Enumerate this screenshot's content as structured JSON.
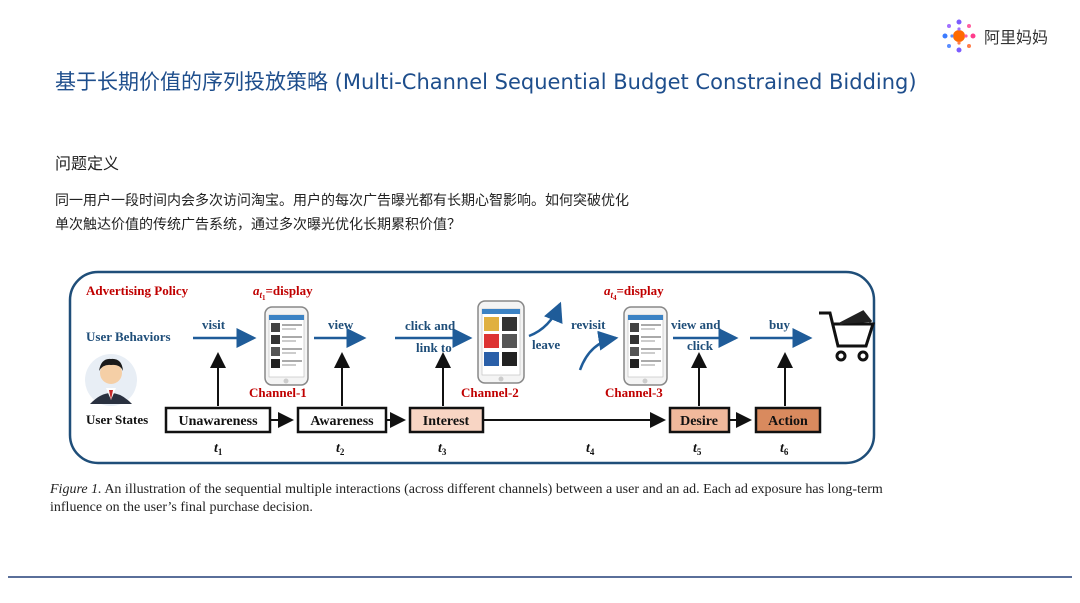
{
  "logo": {
    "text": "阿里妈妈",
    "icon": "alimama-dots-icon"
  },
  "title": "基于长期价值的序列投放策略 (Multi-Channel Sequential Budget Constrained Bidding)",
  "section_title": "问题定义",
  "description": [
    "同一用户一段时间内会多次访问淘宝。用户的每次广告曝光都有长期心智影响。如何突破优化",
    "单次触达价值的传统广告系统，通过多次曝光优化长期累积价值？"
  ],
  "diagram": {
    "row_labels": {
      "policy": "Advertising Policy",
      "behaviors": "User Behaviors",
      "states": "User States"
    },
    "actions": [
      {
        "base": "a",
        "sub": "t",
        "subsub": "1",
        "text": "=display"
      },
      {
        "base": "a",
        "sub": "t",
        "subsub": "4",
        "text": "=display"
      }
    ],
    "channels": [
      "Channel-1",
      "Channel-2",
      "Channel-3"
    ],
    "behaviors": [
      "visit",
      "view",
      "click and",
      "link to",
      "leave",
      "revisit",
      "view and",
      "click",
      "buy"
    ],
    "states": [
      "Unawareness",
      "Awareness",
      "Interest",
      "Desire",
      "Action"
    ],
    "times": [
      "t",
      "t",
      "t",
      "t",
      "t",
      "t"
    ],
    "time_subs": [
      "1",
      "2",
      "3",
      "4",
      "5",
      "6"
    ],
    "colors": {
      "border": "#1f4e79",
      "arrow": "#1f5c99",
      "policy_red": "#c00000",
      "interest": "#f8d5c4",
      "desire": "#f1b99c",
      "action": "#d98a5e"
    }
  },
  "caption": {
    "label": "Figure 1.",
    "text": " An illustration of the sequential multiple interactions (across different channels) between a user and an ad. Each ad exposure has long-term influence on the user’s final purchase decision."
  }
}
